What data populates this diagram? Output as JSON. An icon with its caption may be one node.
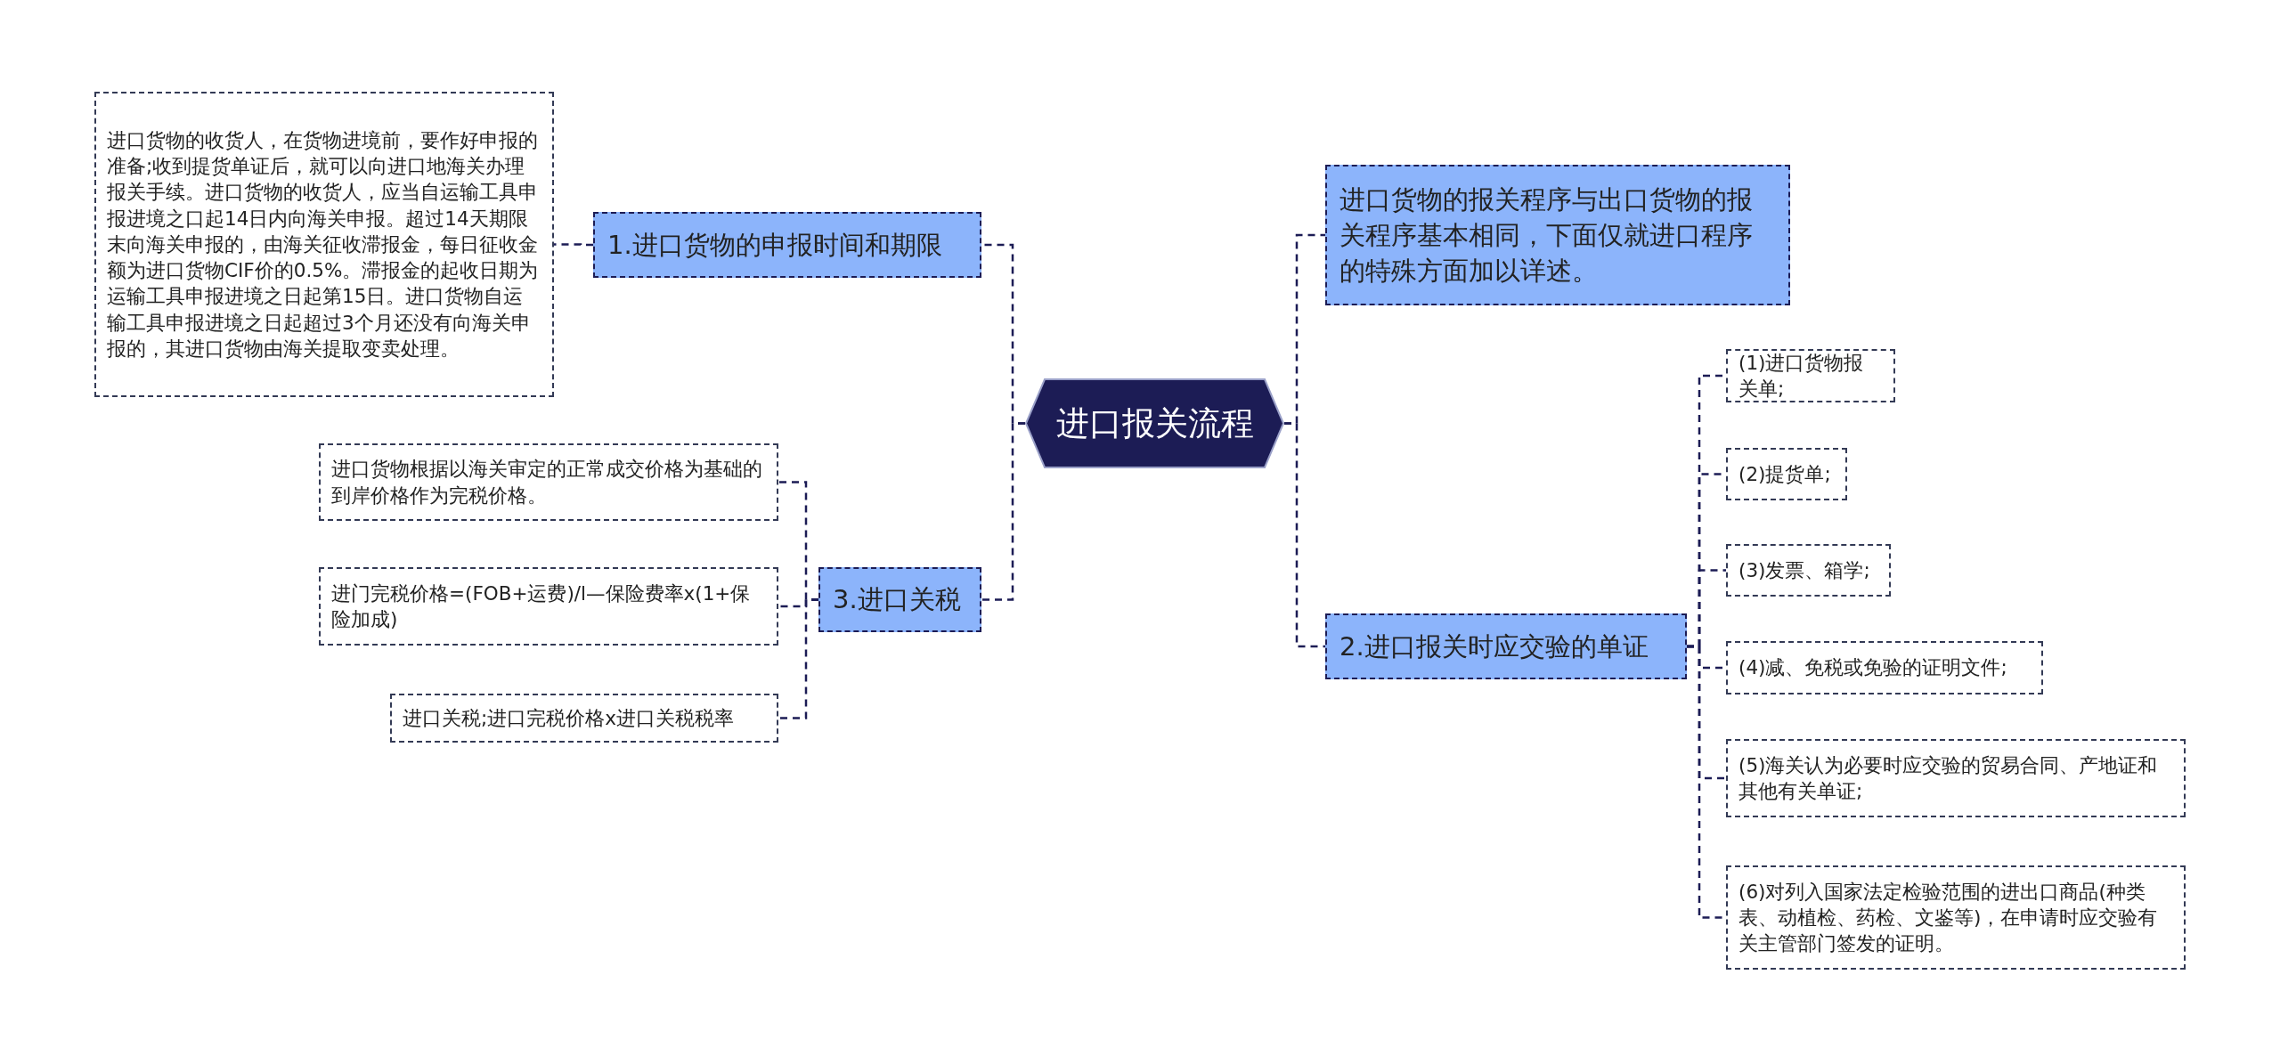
{
  "diagram": {
    "nodes": [
      {
        "text": [
          "进口报关流程"
        ]
      },
      {
        "text": [
          "1.进口货物的申报时间和期限"
        ]
      },
      {
        "text": [
          "进口货物的收货人，在货物进境前，要作好申报的准备;收到提货单证后，就可以向进口地海关办理报关手续。进口货物的收货人，应当自运输工具申报进境之口起14日内向海关申报。超过14天期限末向海关申报的，由海关征收滞报金，每日征收金额为进口货物CIF价的0.5%。滞报金的起收日期为运输工具申报进境之日起第15日。进口货物自运输工具申报进境之日起超过3个月还没有向海关申报的，其进口货物由海关提取变卖处理。"
        ]
      },
      {
        "text": [
          "3.进口关税"
        ]
      },
      {
        "text": [
          "进口货物根据以海关审定的正常成交价格为基础的到岸价格作为完税价格。"
        ]
      },
      {
        "text": [
          "进门完税价格=(FOB+运费)/l—保险费率x(1+保险加成)"
        ]
      },
      {
        "text": [
          "进口关税;进口完税价格x进口关税税率"
        ]
      },
      {
        "text": [
          "进口货物的报关程序与出口货物的报关程序基本相同，下面仅就进口程序的特殊方面加以详述。"
        ]
      },
      {
        "text": [
          "2.进口报关时应交验的单证"
        ]
      },
      {
        "text": [
          "(1)进口货物报关单;"
        ]
      },
      {
        "text": [
          "(2)提货单;"
        ]
      },
      {
        "text": [
          "(3)发票、箱学;"
        ]
      },
      {
        "text": [
          "(4)减、免税或免验的证明文件;"
        ]
      },
      {
        "text": [
          "(5)海关认为必要时应交验的贸易合同、产地证和其他有关单证;"
        ]
      },
      {
        "text": [
          "(6)对列入国家法定检验范围的进出口商品(种类表、动植检、药检、文鉴等)，在申请时应交验有关主管部门签发的证明。"
        ]
      }
    ],
    "edges": [
      {
        "from": 0,
        "to": 1,
        "arrow": "none",
        "style": "dashed"
      },
      {
        "from": 1,
        "to": 2,
        "arrow": "none",
        "style": "dashed"
      },
      {
        "from": 0,
        "to": 3,
        "arrow": "none",
        "style": "dashed"
      },
      {
        "from": 3,
        "to": 4,
        "arrow": "none",
        "style": "dashed"
      },
      {
        "from": 3,
        "to": 5,
        "arrow": "none",
        "style": "dashed"
      },
      {
        "from": 3,
        "to": 6,
        "arrow": "none",
        "style": "dashed"
      },
      {
        "from": 0,
        "to": 7,
        "arrow": "none",
        "style": "dashed"
      },
      {
        "from": 0,
        "to": 8,
        "arrow": "none",
        "style": "dashed"
      },
      {
        "from": 8,
        "to": 9,
        "arrow": "none",
        "style": "dashed"
      },
      {
        "from": 8,
        "to": 10,
        "arrow": "none",
        "style": "dashed"
      },
      {
        "from": 8,
        "to": 11,
        "arrow": "none",
        "style": "dashed"
      },
      {
        "from": 8,
        "to": 12,
        "arrow": "none",
        "style": "dashed"
      },
      {
        "from": 8,
        "to": 13,
        "arrow": "none",
        "style": "dashed"
      },
      {
        "from": 8,
        "to": 14,
        "arrow": "none",
        "style": "dashed"
      }
    ]
  }
}
